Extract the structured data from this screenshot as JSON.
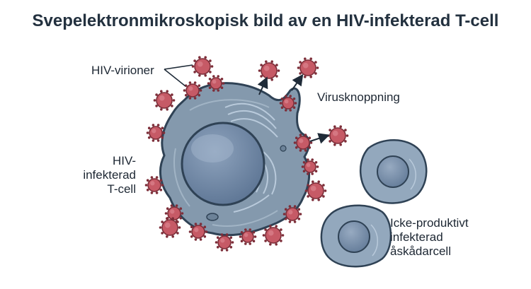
{
  "title": "Svepelektronmikroskopisk bild av en HIV-infekterad T-cell",
  "labels": {
    "virions": "HIV-virioner",
    "budding": "Virusknoppning",
    "infected_cell": [
      "HIV-infekterad",
      "T-cell"
    ],
    "bystander_cell": [
      "Icke-produktivt",
      "infekterad",
      "åskådarcell"
    ]
  },
  "colors": {
    "cell_fill": "#8499ad",
    "cell_outline": "#2f4255",
    "nucleus": "#6b84a3",
    "virion_fill": "#c65a66",
    "virion_outline": "#7d2e39",
    "bystander_fill": "#93a8bd",
    "arrow": "#1f2b38"
  }
}
